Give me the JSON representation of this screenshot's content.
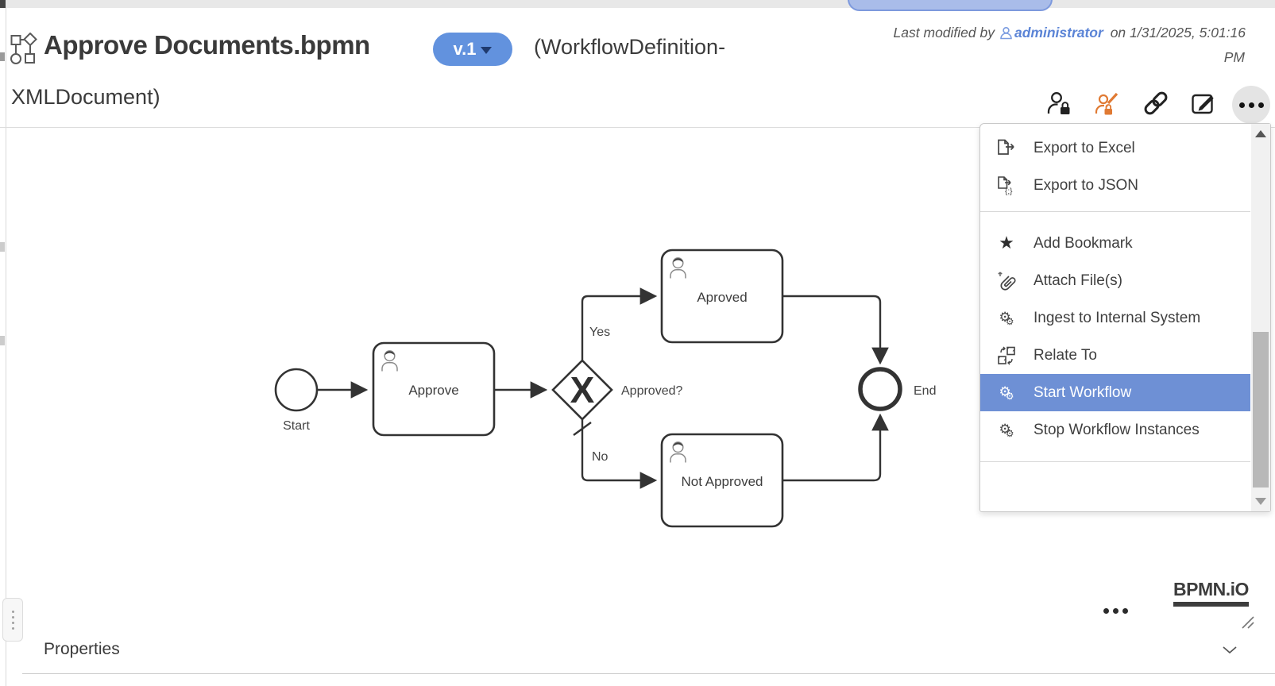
{
  "header": {
    "title": "Approve Documents.bpmn",
    "version_badge": "v.1",
    "type_suffix_line1": "(WorkflowDefinition-",
    "type_suffix_line2": "XMLDocument)",
    "last_modified": {
      "prefix": "Last modified by",
      "user": "administrator",
      "connector": "on",
      "timestamp": "1/31/2025, 5:01:16",
      "meridiem": "PM"
    },
    "actions": [
      "user-lock",
      "user-edit-lock",
      "link",
      "edit",
      "more-options"
    ]
  },
  "context_menu": {
    "items": [
      {
        "icon": "export-excel-icon",
        "label": "Export to Excel"
      },
      {
        "icon": "export-json-icon",
        "label": "Export to JSON"
      },
      {
        "icon": "bookmark-star-icon",
        "label": "Add Bookmark"
      },
      {
        "icon": "attach-paperclip-icon",
        "label": "Attach File(s)"
      },
      {
        "icon": "gears-icon",
        "label": "Ingest to Internal System"
      },
      {
        "icon": "relate-cubes-icon",
        "label": "Relate To"
      },
      {
        "icon": "gears-icon",
        "label": "Start Workflow",
        "highlighted": true
      },
      {
        "icon": "gears-icon",
        "label": "Stop Workflow Instances"
      }
    ],
    "highlighted_item": "Start Workflow",
    "highlight_color": "#6E90D5"
  },
  "diagram": {
    "type": "bpmn-process",
    "nodes": [
      {
        "id": "start",
        "type": "start-event",
        "label": "Start"
      },
      {
        "id": "approve",
        "type": "user-task",
        "label": "Approve"
      },
      {
        "id": "gateway",
        "type": "exclusive-gateway",
        "label": "Approved?",
        "marker": "X"
      },
      {
        "id": "approved",
        "type": "user-task",
        "label": "Aproved"
      },
      {
        "id": "not-approved",
        "type": "user-task",
        "label": "Not Approved"
      },
      {
        "id": "end",
        "type": "end-event",
        "label": "End"
      }
    ],
    "flows": [
      {
        "from": "start",
        "to": "approve"
      },
      {
        "from": "approve",
        "to": "gateway"
      },
      {
        "from": "gateway",
        "to": "approved",
        "label": "Yes"
      },
      {
        "from": "gateway",
        "to": "not-approved",
        "label": "No",
        "default": true
      },
      {
        "from": "approved",
        "to": "end"
      },
      {
        "from": "not-approved",
        "to": "end"
      }
    ],
    "watermark": "BPMN.iO"
  },
  "footer": {
    "properties_label": "Properties"
  },
  "colors": {
    "accent_blue": "#6E90D5",
    "badge_blue": "#6292DE",
    "link_blue": "#5B84D6",
    "warning_orange": "#E07A33"
  }
}
